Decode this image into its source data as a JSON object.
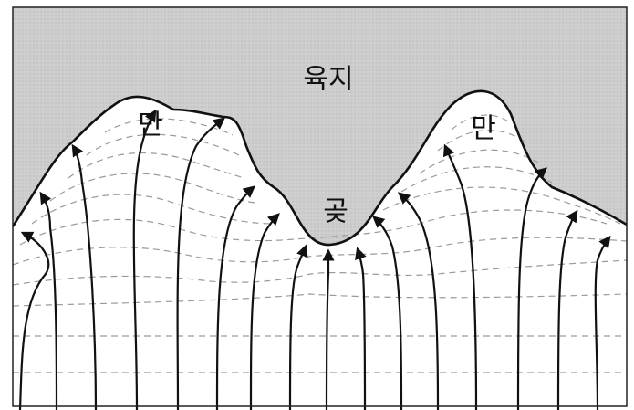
{
  "labels": {
    "land": "육지",
    "bay_left": "만",
    "bay_right": "만",
    "headland": "곶"
  },
  "colors": {
    "land_fill": "#cfcfcf",
    "coast_line": "#111111",
    "wave_ray": "#111111",
    "wave_crest": "#9a9a9a",
    "frame": "#222222"
  }
}
